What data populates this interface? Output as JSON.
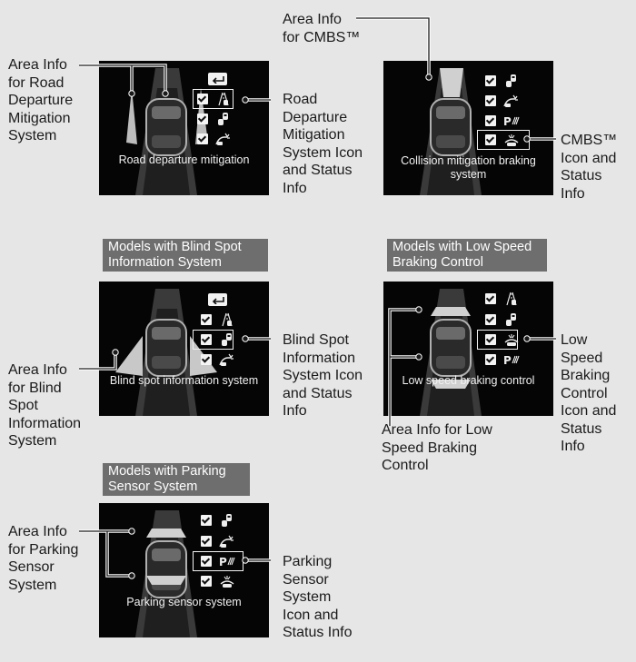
{
  "callouts": {
    "rdm_area": "Area Info\nfor Road\nDeparture\nMitigation\nSystem",
    "rdm_icon": "Road\nDeparture\nMitigation\nSystem Icon\nand Status\nInfo",
    "cmbs_area": "Area Info\nfor CMBS™",
    "cmbs_icon": "CMBS™\nIcon and\nStatus\nInfo",
    "bsi_area": "Area Info\nfor Blind\nSpot\nInformation\nSystem",
    "bsi_icon": "Blind Spot\nInformation\nSystem Icon\nand Status\nInfo",
    "lsbc_area": "Area Info for Low\nSpeed Braking\nControl",
    "lsbc_icon": "Low\nSpeed\nBraking\nControl\nIcon and\nStatus\nInfo",
    "pss_area": "Area Info\nfor Parking\nSensor\nSystem",
    "pss_icon": "Parking\nSensor\nSystem\nIcon and\nStatus Info"
  },
  "headers": {
    "bsi": "Models with Blind Spot\nInformation System",
    "lsbc": "Models with Low Speed\nBraking Control",
    "pss": "Models with Parking\nSensor System"
  },
  "screens": {
    "rdm": {
      "caption": "Road departure mitigation"
    },
    "cmbs": {
      "caption": "Collision mitigation braking\nsystem"
    },
    "bsi": {
      "caption": "Blind spot information system"
    },
    "lsbc": {
      "caption": "Low speed braking control"
    },
    "pss": {
      "caption": "Parking sensor system"
    }
  },
  "icons": {
    "back": "back-arrow-icon",
    "road_departure": "road-departure-icon",
    "blind_spot": "blind-spot-car-icon",
    "cmbs": "collision-mitigation-icon",
    "parking": "parking-sensor-icon",
    "low_speed": "low-speed-braking-icon"
  },
  "colors": {
    "background": "#e6e6e6",
    "screen": "#050505",
    "header": "#6e6e6e",
    "text": "#1a1a1a",
    "highlight": "#f2f2f2"
  }
}
